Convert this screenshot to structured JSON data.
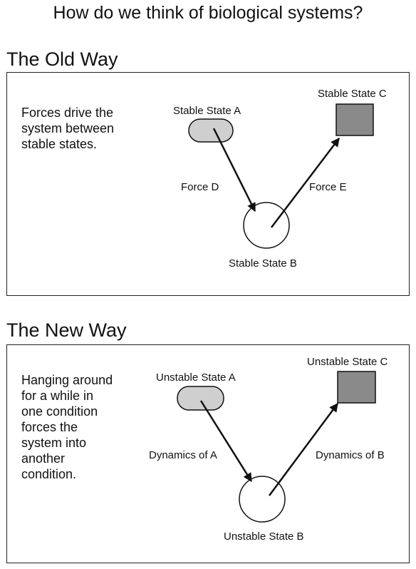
{
  "title": "How do we think of biological systems?",
  "old_way": {
    "heading": "The Old Way",
    "description": [
      "Forces drive the",
      "system between",
      "stable states."
    ],
    "state_a": "Stable State A",
    "state_b": "Stable State B",
    "state_c": "Stable State C",
    "edge_d": "Force D",
    "edge_e": "Force E"
  },
  "new_way": {
    "heading": "The New Way",
    "description": [
      "Hanging around",
      "for a while in",
      "one condition",
      "forces the",
      "system into",
      "another",
      "condition."
    ],
    "state_a": "Unstable State A",
    "state_b": "Unstable State B",
    "state_c": "Unstable State C",
    "edge_a": "Dynamics of A",
    "edge_b": "Dynamics of B"
  },
  "colors": {
    "pill_fill": "#cfcfcf",
    "square_fill": "#8a8a8a",
    "circle_fill": "#ffffff",
    "stroke": "#111111"
  }
}
